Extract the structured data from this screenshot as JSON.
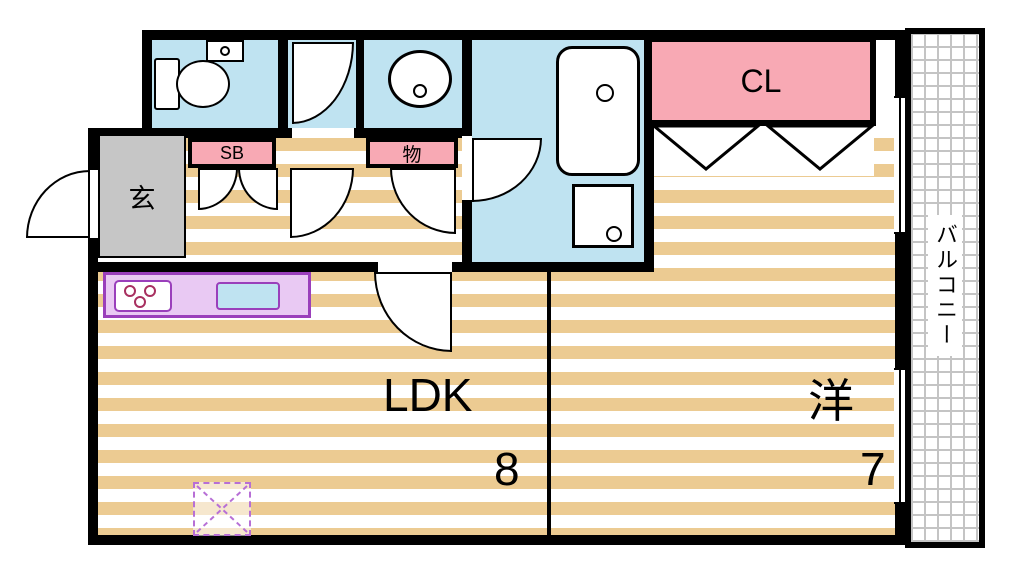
{
  "rooms": {
    "ldk": {
      "label": "LDK",
      "size": "8"
    },
    "western": {
      "label": "洋",
      "size": "7"
    },
    "closet": {
      "label": "CL"
    },
    "shoebox": {
      "label": "SB"
    },
    "storage": {
      "label": "物"
    },
    "entrance": {
      "label": "玄"
    },
    "balcony": {
      "label": "バルコニー"
    }
  },
  "colors": {
    "wall": "#000000",
    "wet_area": "#bfe3f1",
    "closet_pink": "#f8a9b4",
    "entrance_gray": "#c6c6c6",
    "kitchen_fill": "#e9c9f3",
    "kitchen_border": "#9a3fbb",
    "floor_stripe": "#eccb92",
    "balcony_grid": "#c4c4c4",
    "underfloor_dash": "#b76fd6"
  }
}
